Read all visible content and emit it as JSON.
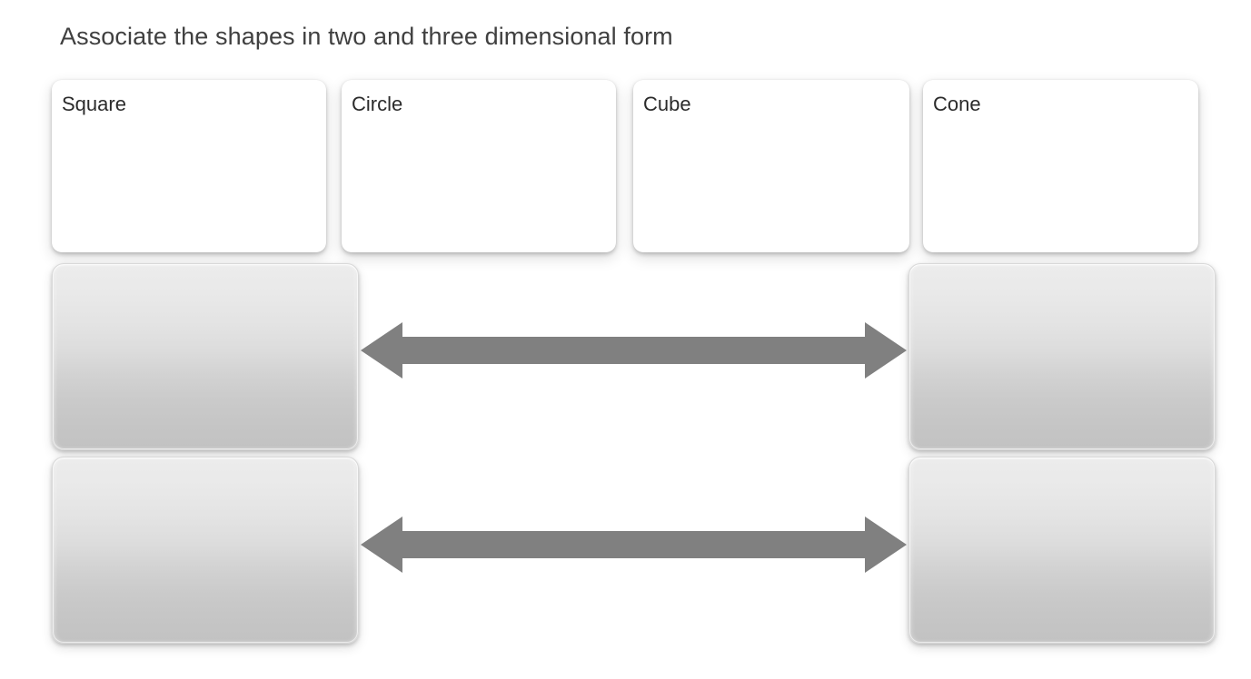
{
  "slide": {
    "title": "Associate the shapes in two and three dimensional form",
    "background_color": "#ffffff",
    "title_color": "#404040"
  },
  "term_cards": [
    {
      "label": "Square",
      "fill": "#ffffff"
    },
    {
      "label": "Circle",
      "fill": "#ffffff"
    },
    {
      "label": "Cube",
      "fill": "#ffffff"
    },
    {
      "label": "Cone",
      "fill": "#ffffff"
    }
  ],
  "drop_zones": [
    {
      "label": "",
      "position": "top-left",
      "gradient_top": "#ececec",
      "gradient_bottom": "#c2c2c2"
    },
    {
      "label": "",
      "position": "top-right",
      "gradient_top": "#ececec",
      "gradient_bottom": "#c2c2c2"
    },
    {
      "label": "",
      "position": "bottom-left",
      "gradient_top": "#ececec",
      "gradient_bottom": "#c2c2c2"
    },
    {
      "label": "",
      "position": "bottom-right",
      "gradient_top": "#ececec",
      "gradient_bottom": "#c2c2c2"
    }
  ],
  "connectors": [
    {
      "type": "double-headed-arrow",
      "row": "top",
      "color": "#808080"
    },
    {
      "type": "double-headed-arrow",
      "row": "bottom",
      "color": "#808080"
    }
  ]
}
